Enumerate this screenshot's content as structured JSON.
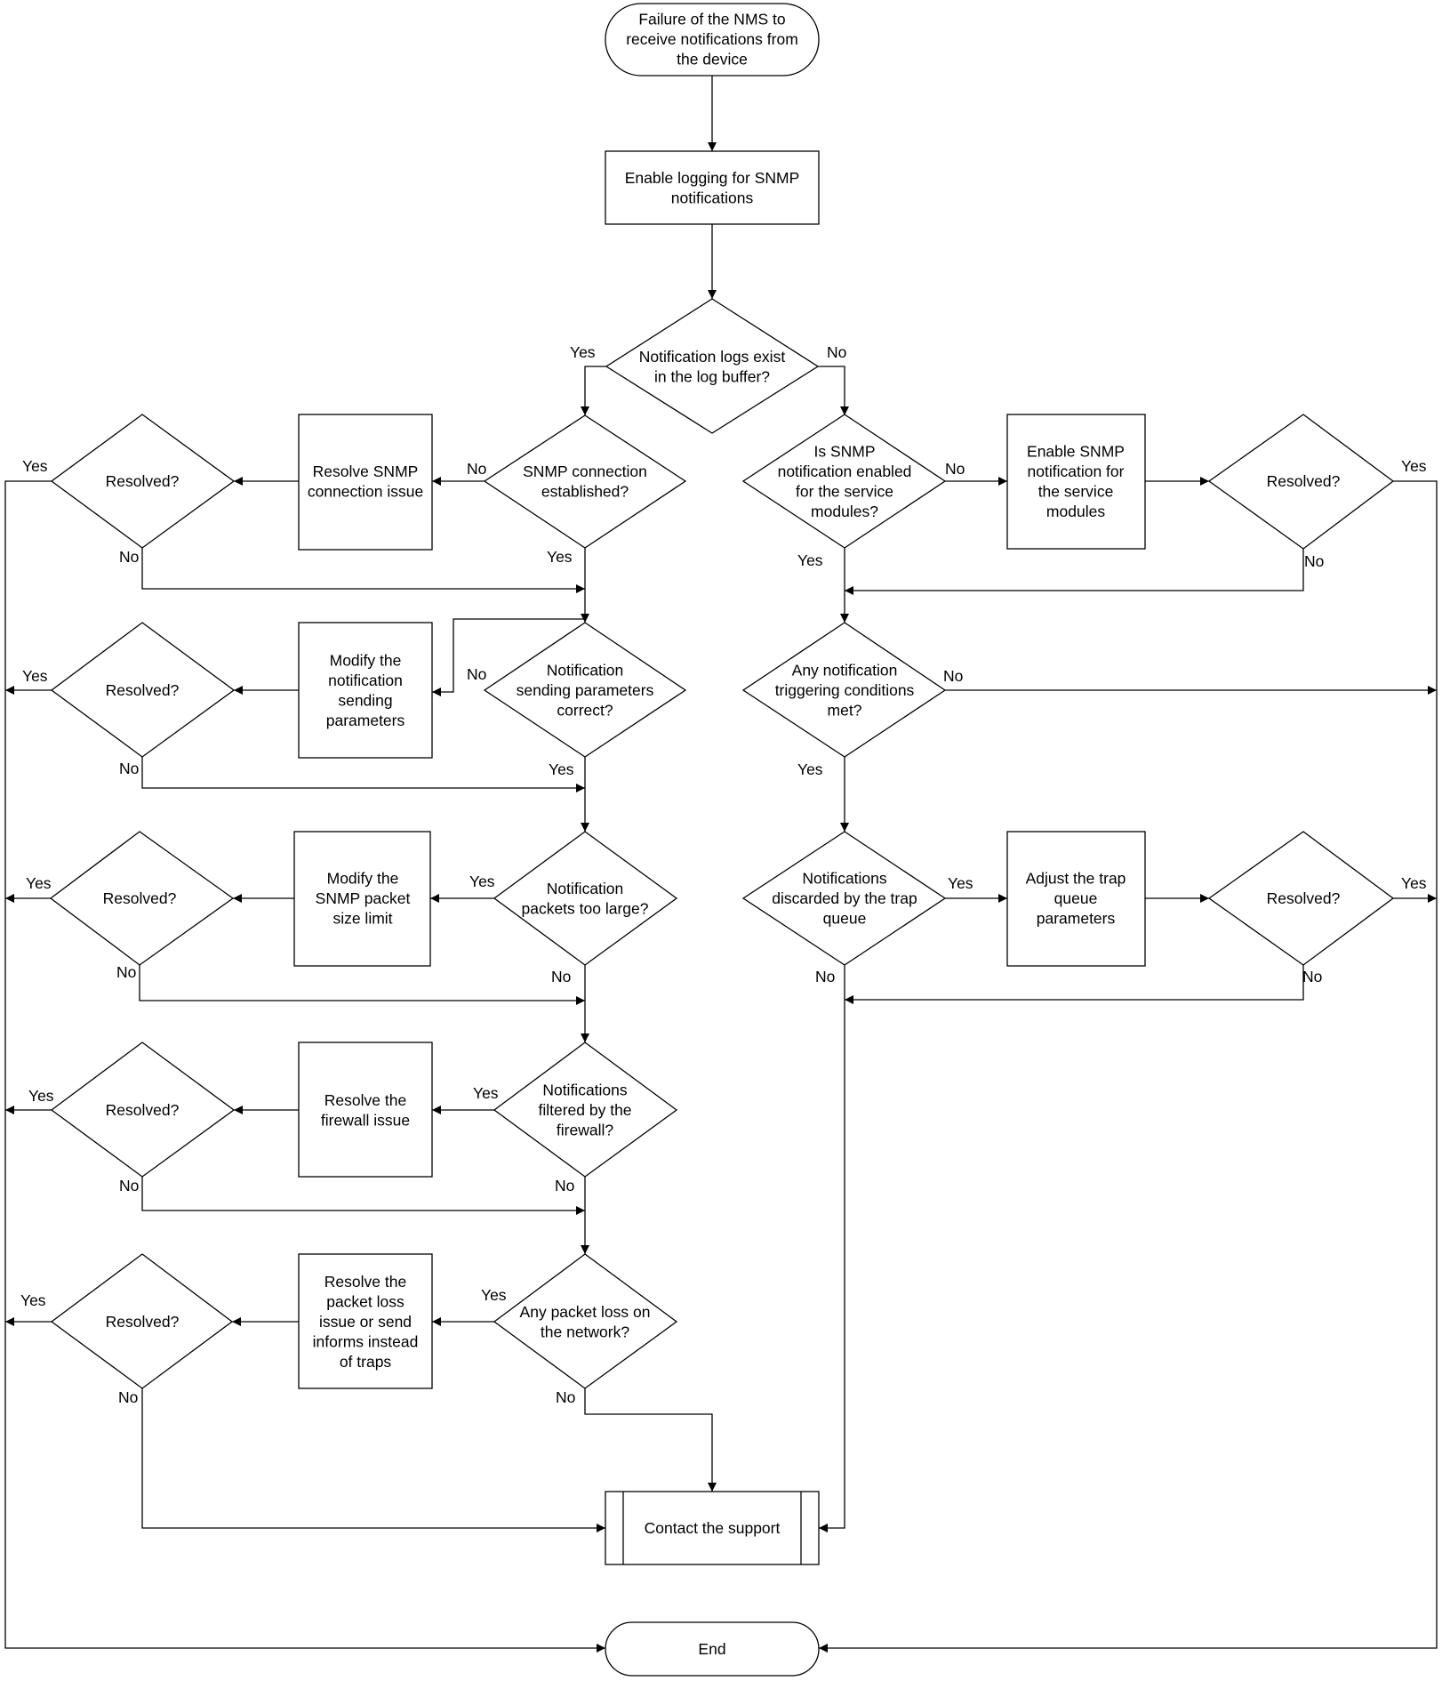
{
  "nodes": {
    "start": {
      "kind": "terminal",
      "lines": [
        "Failure of the NMS to",
        "receive notifications from",
        "the device"
      ]
    },
    "enable_logging": {
      "kind": "process",
      "lines": [
        "Enable logging for SNMP",
        "notifications"
      ]
    },
    "logs_exist": {
      "kind": "decision",
      "lines": [
        "Notification logs exist",
        "in the log buffer?"
      ]
    },
    "snmp_conn": {
      "kind": "decision",
      "lines": [
        "SNMP connection",
        "established?"
      ]
    },
    "resolve_conn": {
      "kind": "process",
      "lines": [
        "Resolve SNMP",
        "connection issue"
      ]
    },
    "resolved_l1": {
      "kind": "decision",
      "lines": [
        "Resolved?"
      ]
    },
    "params_correct": {
      "kind": "decision",
      "lines": [
        "Notification",
        "sending parameters",
        "correct?"
      ]
    },
    "modify_params": {
      "kind": "process",
      "lines": [
        "Modify the",
        "notification",
        "sending",
        "parameters"
      ]
    },
    "resolved_l2": {
      "kind": "decision",
      "lines": [
        "Resolved?"
      ]
    },
    "too_large": {
      "kind": "decision",
      "lines": [
        "Notification",
        "packets too large?"
      ]
    },
    "modify_size": {
      "kind": "process",
      "lines": [
        "Modify the",
        "SNMP packet",
        "size limit"
      ]
    },
    "resolved_l3": {
      "kind": "decision",
      "lines": [
        "Resolved?"
      ]
    },
    "filtered": {
      "kind": "decision",
      "lines": [
        "Notifications",
        "filtered by the",
        "firewall?"
      ]
    },
    "resolve_fw": {
      "kind": "process",
      "lines": [
        "Resolve the",
        "firewall issue"
      ]
    },
    "resolved_l4": {
      "kind": "decision",
      "lines": [
        "Resolved?"
      ]
    },
    "packet_loss": {
      "kind": "decision",
      "lines": [
        "Any packet loss on",
        "the network?"
      ]
    },
    "resolve_loss": {
      "kind": "process",
      "lines": [
        "Resolve the",
        "packet loss",
        "issue or send",
        "informs instead",
        "of traps"
      ]
    },
    "resolved_l5": {
      "kind": "decision",
      "lines": [
        "Resolved?"
      ]
    },
    "snmp_enabled": {
      "kind": "decision",
      "lines": [
        "Is SNMP",
        "notification enabled",
        "for the service",
        "modules?"
      ]
    },
    "enable_snmp": {
      "kind": "process",
      "lines": [
        "Enable SNMP",
        "notification for",
        "the service",
        "modules"
      ]
    },
    "resolved_r1": {
      "kind": "decision",
      "lines": [
        "Resolved?"
      ]
    },
    "trigger_met": {
      "kind": "decision",
      "lines": [
        "Any notification",
        "triggering conditions",
        "met?"
      ]
    },
    "discarded": {
      "kind": "decision",
      "lines": [
        "Notifications",
        "discarded by the trap",
        "queue"
      ]
    },
    "adjust_queue": {
      "kind": "process",
      "lines": [
        "Adjust the trap",
        "queue",
        "parameters"
      ]
    },
    "resolved_r2": {
      "kind": "decision",
      "lines": [
        "Resolved?"
      ]
    },
    "contact": {
      "kind": "predefined",
      "lines": [
        "Contact the support"
      ]
    },
    "end": {
      "kind": "terminal",
      "lines": [
        "End"
      ]
    }
  },
  "edge_labels": {
    "logs_exist_yes": "Yes",
    "logs_exist_no": "No",
    "snmp_conn_no": "No",
    "snmp_conn_yes": "Yes",
    "resolved_l1_yes": "Yes",
    "resolved_l1_no": "No",
    "params_correct_no": "No",
    "params_correct_yes": "Yes",
    "resolved_l2_yes": "Yes",
    "resolved_l2_no": "No",
    "too_large_yes": "Yes",
    "too_large_no": "No",
    "resolved_l3_yes": "Yes",
    "resolved_l3_no": "No",
    "filtered_yes": "Yes",
    "filtered_no": "No",
    "resolved_l4_yes": "Yes",
    "resolved_l4_no": "No",
    "packet_loss_yes": "Yes",
    "packet_loss_no": "No",
    "resolved_l5_yes": "Yes",
    "resolved_l5_no": "No",
    "snmp_enabled_no": "No",
    "snmp_enabled_yes": "Yes",
    "resolved_r1_yes": "Yes",
    "resolved_r1_no": "No",
    "trigger_met_no": "No",
    "trigger_met_yes": "Yes",
    "discarded_yes": "Yes",
    "discarded_no": "No",
    "resolved_r2_yes": "Yes",
    "resolved_r2_no": "No"
  }
}
